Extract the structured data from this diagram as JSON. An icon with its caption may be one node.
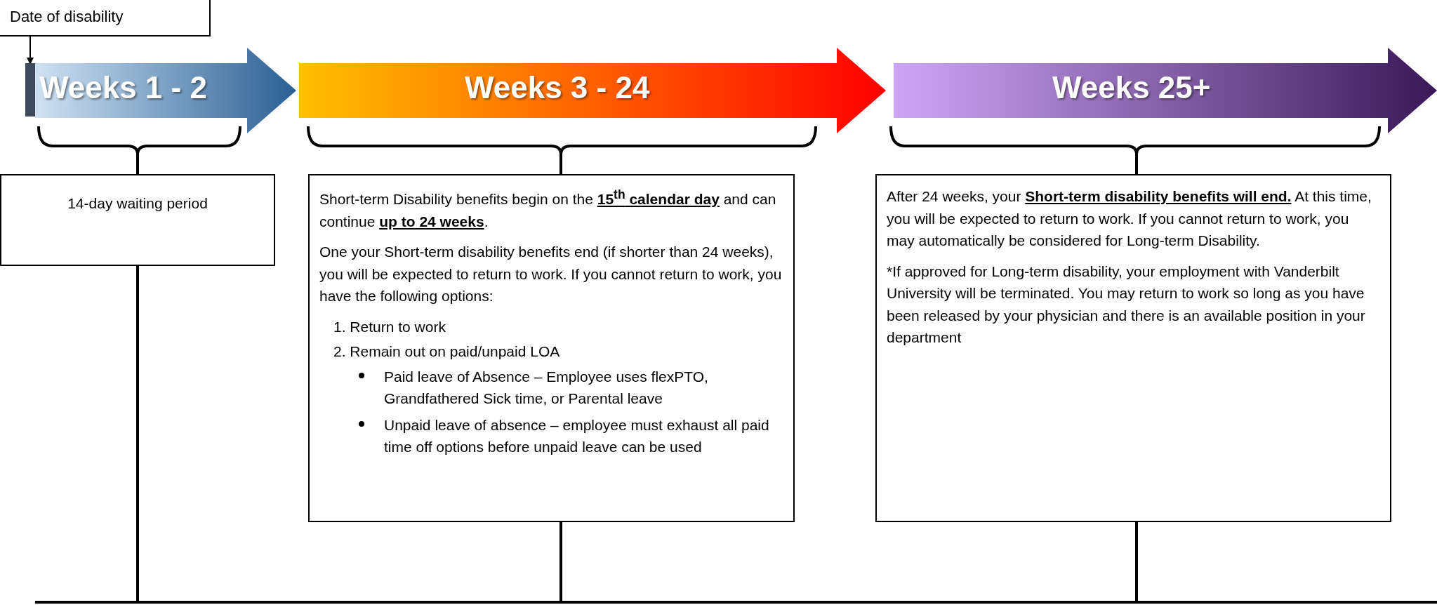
{
  "diagram": {
    "nodes": [
      {
        "text": [
          "Date of disability"
        ]
      },
      {
        "text": [],
        "shape": "bar"
      },
      {
        "text": [
          "Weeks 1 - 2"
        ]
      },
      {
        "text": [
          "Weeks 3 - 24"
        ]
      },
      {
        "text": [
          "Weeks 25+"
        ]
      },
      {
        "text": [
          "14-day waiting period"
        ]
      },
      {
        "text": [
          "Short-term Disability benefits begin on the **15$^{th}$ calendar day** and can continue **up to 24 weeks**.",
          "One your Short-term disability benefits end (if shorter than 24 weeks), you will be expected to return to work. If you cannot return to work, you have the following options:",
          "1. Return to work",
          "2. Remain out on paid/unpaid LOA",
          "Paid leave of Absence – Employee uses flexPTO, Grandfathered Sick time, or Parental leave",
          "Unpaid leave of absence – employee must exhaust all paid time off options before unpaid leave can be used"
        ]
      },
      {
        "text": [
          "After 24 weeks, your **Short-term disability benefits will end.** At this time, you will be expected to return to work. If you cannot return to work, you may automatically be considered for Long-term Disability.",
          "*If approved for Long-term disability, your employment with Vanderbilt University will be terminated. You may return to work so long as you have been released by your physician and there is an available position in your department"
        ]
      },
      {
        "text": [],
        "shape": "bar"
      }
    ],
    "edges": [
      {
        "from": 0,
        "to": 1,
        "arrow": "to"
      },
      {
        "from": 2,
        "to": 5,
        "arrow": "none"
      },
      {
        "from": 3,
        "to": 6,
        "arrow": "none"
      },
      {
        "from": 4,
        "to": 7,
        "arrow": "none"
      },
      {
        "from": 5,
        "to": 8,
        "arrow": "none"
      },
      {
        "from": 6,
        "to": 8,
        "arrow": "none"
      },
      {
        "from": 7,
        "to": 8,
        "arrow": "none"
      }
    ]
  }
}
